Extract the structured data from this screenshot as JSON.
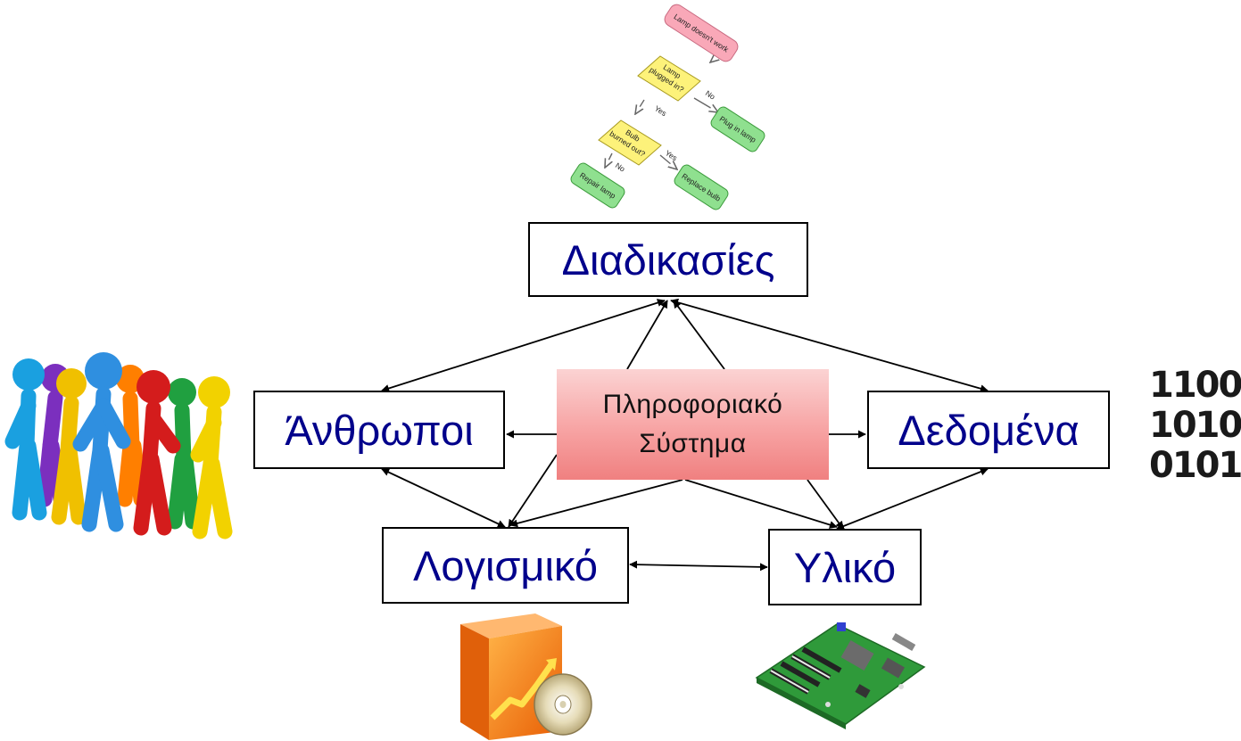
{
  "nodes": {
    "procedures": "Διαδικασίες",
    "people": "Άνθρωποι",
    "data": "Δεδομένα",
    "software": "Λογισμικό",
    "hardware": "Υλικό"
  },
  "center": {
    "line1": "Πληροφοριακό",
    "line2": "Σύστημα"
  },
  "binary": [
    "1100",
    "1010",
    "0101"
  ],
  "flowchart": {
    "start": "Lamp doesn't work",
    "q1": [
      "Lamp",
      "plugged in?"
    ],
    "q1_no": "No",
    "a1": "Plug in lamp",
    "q1_yes": "Yes",
    "q2": [
      "Bulb",
      "burned out?"
    ],
    "q2_yes": "Yes",
    "a2": "Replace bulb",
    "q2_no": "No",
    "a3": "Repair lamp"
  },
  "icons": [
    "people-crowd-icon",
    "flowchart-icon",
    "software-box-icon",
    "motherboard-icon",
    "binary-data-icon"
  ],
  "colors": {
    "node_text": "#00008b",
    "center_fill": "#f7a3a3",
    "flow_start": "#f9a8b8",
    "flow_decision": "#fdf27a",
    "flow_action": "#8fe08f"
  }
}
